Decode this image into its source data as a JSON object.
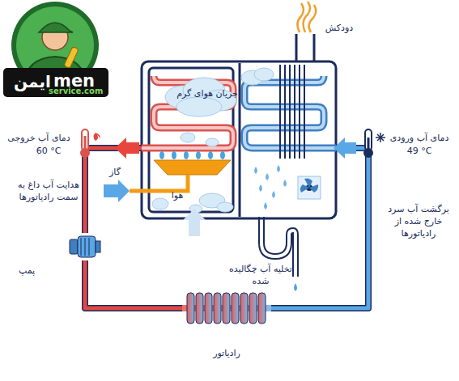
{
  "diagram": {
    "nodes": [
      {
        "text": [
          "جریان هوای گرم",
          "هوا"
        ]
      },
      {
        "text": [
          "پمپ"
        ]
      },
      {
        "text": [
          "رادیاتور"
        ]
      }
    ],
    "edges": [
      {
        "from": 0,
        "to": 1,
        "arrow": "none"
      },
      {
        "from": 1,
        "to": 2,
        "arrow": "none"
      },
      {
        "from": 2,
        "to": 0,
        "arrow": "none"
      }
    ],
    "labels": [
      "ایمن",
      "men",
      "service.com",
      "دودکش",
      "دمای آب خروجی",
      "60 °C",
      "گاز",
      "هدایت آب داغ به سمت رادیاتورها",
      "تخلیه آب چگالیده شده",
      "دمای آب ورودی",
      "49 °C",
      "برگشت آب سرد خارج شده از رادیاتورها"
    ]
  }
}
